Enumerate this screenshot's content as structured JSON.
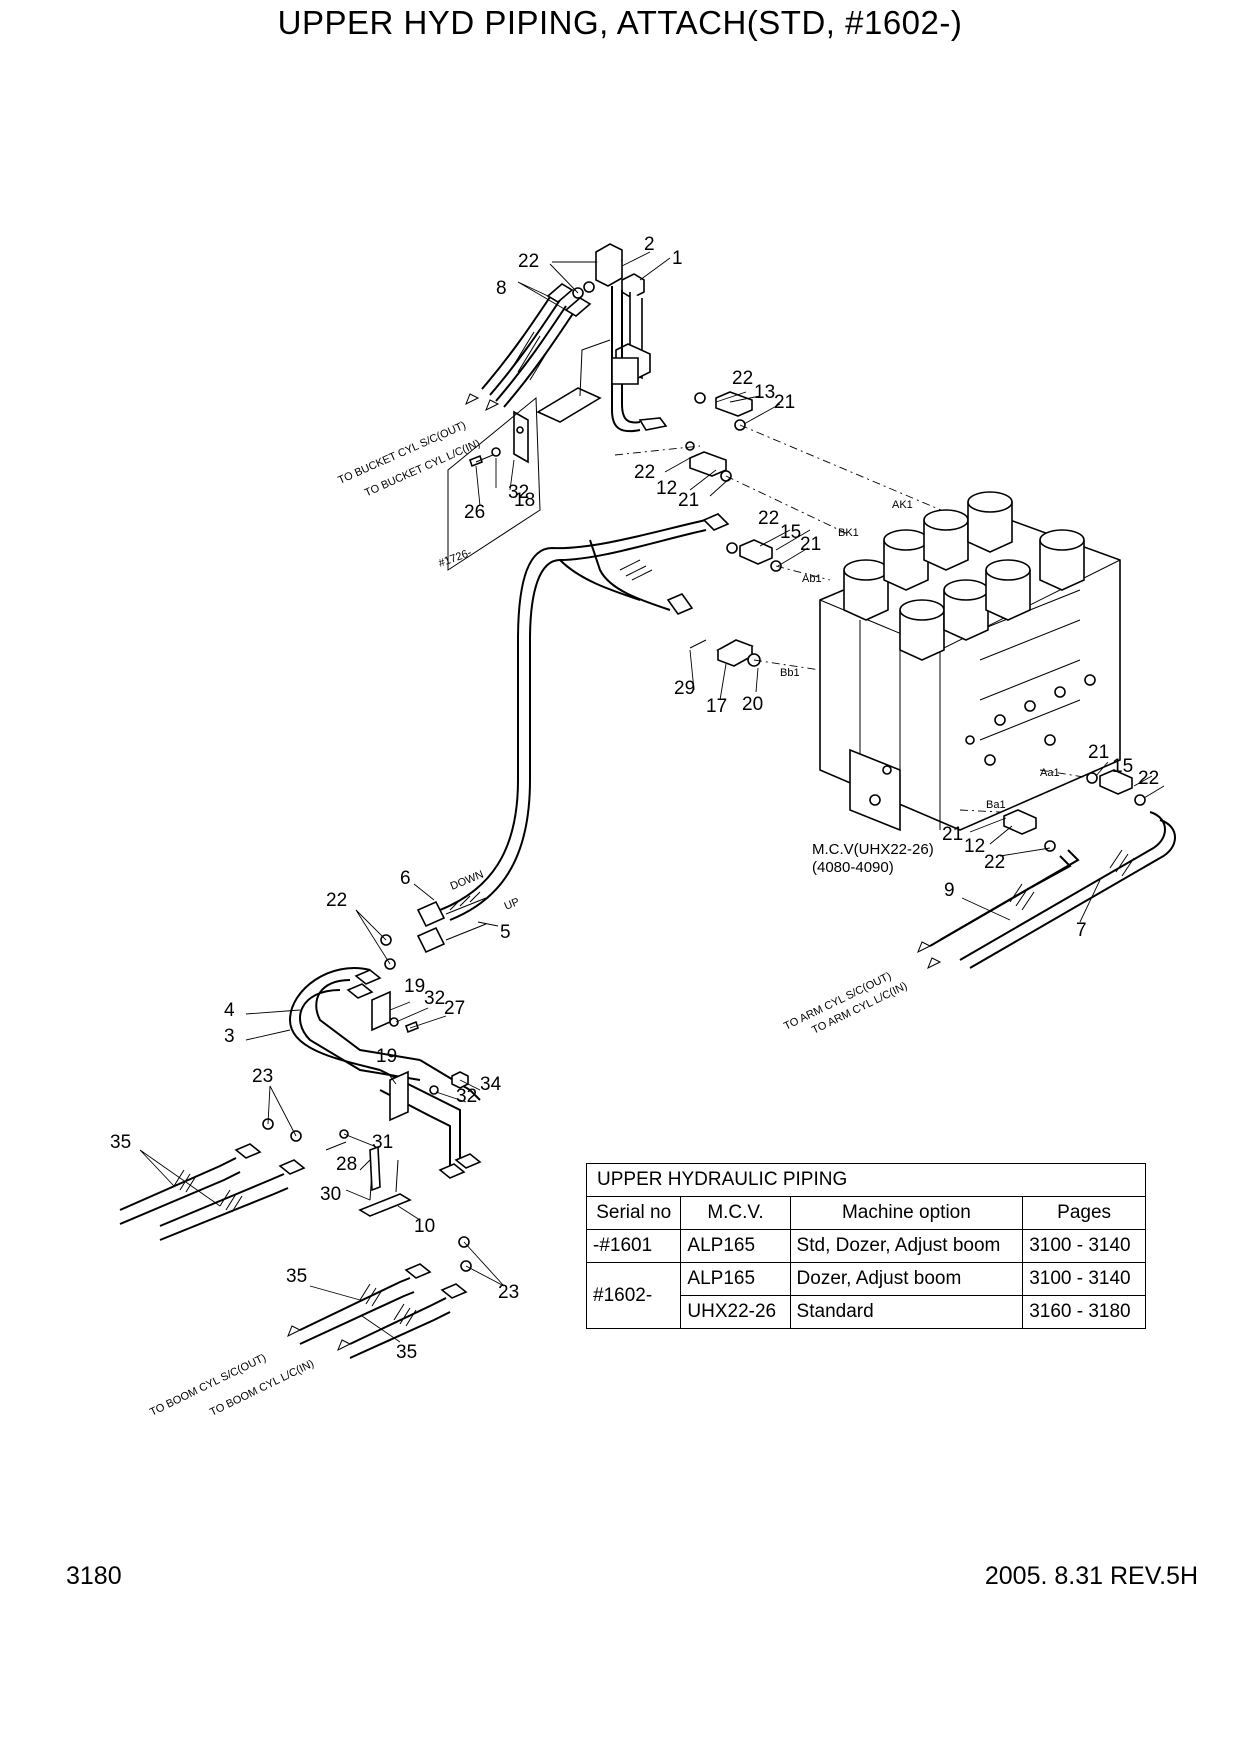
{
  "title": "UPPER HYD PIPING, ATTACH(STD, #1602-)",
  "callouts": {
    "c1": "1",
    "c2": "2",
    "c3": "3",
    "c4": "4",
    "c5": "5",
    "c6": "6",
    "c7": "7",
    "c8": "8",
    "c9": "9",
    "c10": "10",
    "c12a": "12",
    "c12b": "12",
    "c13": "13",
    "c15a": "15",
    "c15b": "15",
    "c17": "17",
    "c18": "18",
    "c19a": "19",
    "c19b": "19",
    "c20": "20",
    "c21a": "21",
    "c21b": "21",
    "c21c": "21",
    "c21d": "21",
    "c21e": "21",
    "c22a": "22",
    "c22b": "22",
    "c22c": "22",
    "c22d": "22",
    "c22e": "22",
    "c22f": "22",
    "c22g": "22",
    "c23a": "23",
    "c23b": "23",
    "c26": "26",
    "c27": "27",
    "c28": "28",
    "c29": "29",
    "c30": "30",
    "c31": "31",
    "c32a": "32",
    "c32b": "32",
    "c32c": "32",
    "c34": "34",
    "c35a": "35",
    "c35b": "35",
    "c35c": "35"
  },
  "port_labels": {
    "ak1": "AK1",
    "bk1": "BK1",
    "ab1": "Ab1",
    "bb1": "Bb1",
    "aa1": "Aa1",
    "ba1": "Ba1"
  },
  "hose_labels": {
    "down": "DOWN",
    "up": "UP"
  },
  "variant_label": "#1726-",
  "mcv_label": {
    "line1": "M.C.V(UHX22-26)",
    "line2": "(4080-4090)"
  },
  "routes": {
    "bucket_out": "TO BUCKET CYL S/C(OUT)",
    "bucket_in": "TO BUCKET CYL L/C(IN)",
    "arm_out": "TO ARM CYL S/C(OUT)",
    "arm_in": "TO ARM CYL L/C(IN)",
    "boom_out": "TO BOOM CYL S/C(OUT)",
    "boom_in": "TO BOOM CYL L/C(IN)"
  },
  "table": {
    "caption": "UPPER HYDRAULIC PIPING",
    "headers": [
      "Serial no",
      "M.C.V.",
      "Machine option",
      "Pages"
    ],
    "rows": [
      {
        "serial": "-#1601",
        "mcv": "ALP165",
        "option": "Std, Dozer, Adjust boom",
        "pages": "3100 - 3140"
      },
      {
        "serial": "#1602-",
        "mcv": "ALP165",
        "option": "Dozer, Adjust boom",
        "pages": "3100 - 3140"
      },
      {
        "mcv": "UHX22-26",
        "option": "Standard",
        "pages": "3160 - 3180"
      }
    ]
  },
  "footer": {
    "page": "3180",
    "revision": "2005. 8.31  REV.5H"
  }
}
